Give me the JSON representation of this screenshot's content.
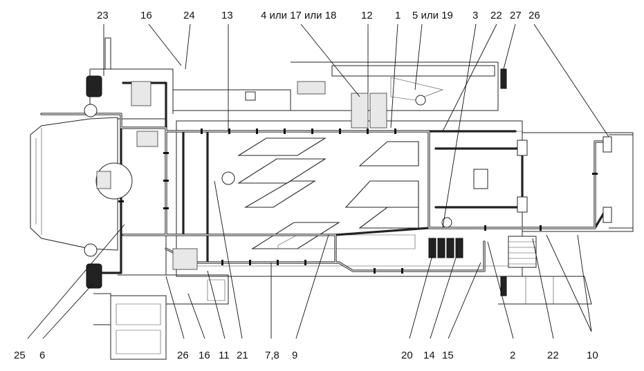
{
  "diagram": {
    "callouts_top": [
      "23",
      "16",
      "24",
      "13",
      "4 или 17 или 18",
      "12",
      "1",
      "5 или 19",
      "3",
      "22",
      "27",
      "26"
    ],
    "callouts_bottom": [
      "25",
      "6",
      "26",
      "16",
      "11",
      "21",
      "7,8",
      "9",
      "20",
      "14",
      "15",
      "2",
      "22",
      "10"
    ]
  }
}
